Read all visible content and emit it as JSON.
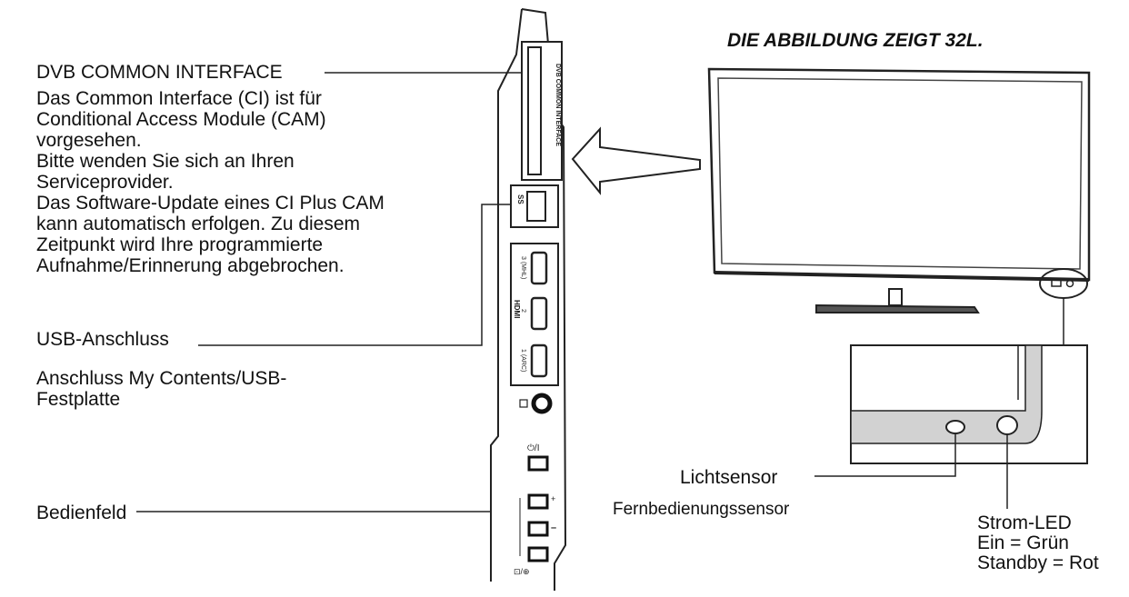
{
  "title": "DIE ABBILDUNG ZEIGT 32L.",
  "left": {
    "ci_heading": "DVB COMMON INTERFACE",
    "ci_lines": [
      "Das Common Interface (CI) ist für",
      "Conditional Access Module (CAM)",
      "vorgesehen.",
      "Bitte wenden Sie sich an Ihren",
      "Serviceprovider.",
      "Das Software-Update eines CI Plus CAM",
      "kann automatisch erfolgen. Zu diesem",
      "Zeitpunkt wird Ihre programmierte",
      "Aufnahme/Erinnerung abgebrochen."
    ],
    "usb_heading": "USB-Anschluss",
    "usb_lines": [
      "Anschluss My Contents/USB-",
      "Festplatte"
    ],
    "panel_label": "Bedienfeld"
  },
  "panel_labels": {
    "ci_slot": "DVB COMMON INTERFACE",
    "usb": "SS",
    "hdmi": "HDMI",
    "hdmi1": "1 (ARC)",
    "hdmi2": "2",
    "hdmi3": "3 (MHL)",
    "power": "⏻/I"
  },
  "right": {
    "light_sensor": "Lichtsensor",
    "remote_sensor": "Fernbedienungssensor",
    "led_lines": [
      "Strom-LED",
      "Ein = Grün",
      "Standby = Rot"
    ]
  }
}
